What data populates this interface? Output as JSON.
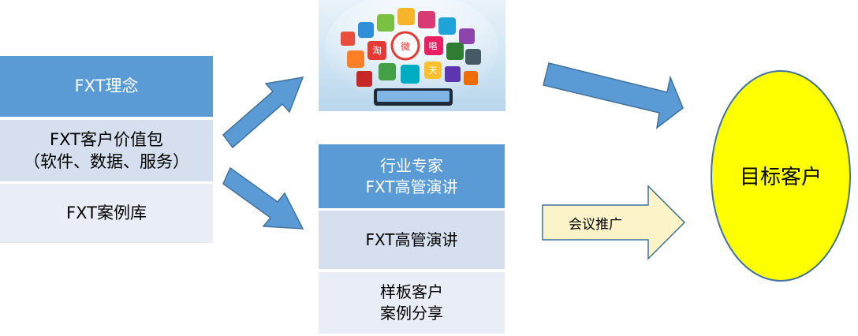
{
  "left_stack": {
    "concept": "FXT理念",
    "value_pack": [
      "FXT客户价值包",
      "（软件、数据、服务）"
    ],
    "case_library": "FXT案例库"
  },
  "middle_stack": {
    "experts": [
      "行业专家",
      "FXT高管演讲"
    ],
    "speech": "FXT高管演讲",
    "sample_cases": [
      "样板客户",
      "案例分享"
    ]
  },
  "meeting_arrow": {
    "label": "会议推广"
  },
  "target": {
    "label": "目标客户"
  },
  "apps_image": {
    "icons": [
      "微",
      "淘",
      "唱",
      "天"
    ]
  },
  "colors": {
    "dark_blue": "#5b9bd5",
    "mid_blue": "#d5dfee",
    "light_blue": "#e9eef6",
    "arrow_fill": "#5b9bd5",
    "arrow_stroke": "#41719c",
    "meeting_fill": "#fdf3c9",
    "target_fill": "#ffff00"
  }
}
